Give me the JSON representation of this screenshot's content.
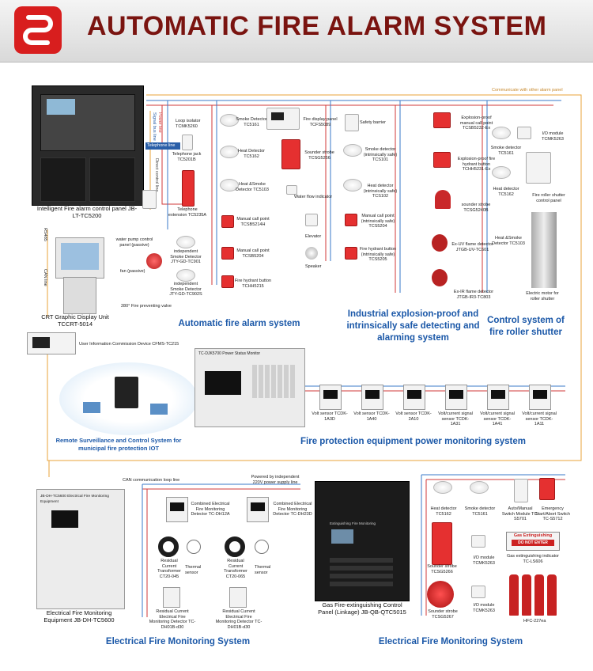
{
  "header": {
    "title": "AUTOMATIC FIRE ALARM SYSTEM"
  },
  "colors": {
    "accent_red": "#d81e1e",
    "title": "#7a1410",
    "section_blue": "#1b58a8",
    "line_orange": "#e8a33a",
    "line_blue": "#3a78c8",
    "line_red": "#d23a3a"
  },
  "links": {
    "communicate": "Communicate with other alarm panel",
    "telephone_line": "Telephone line",
    "signal_line": "Signal bus line",
    "power_line": "Power line",
    "direct_line": "Direct control line",
    "rs485": "RS485",
    "can_line": "CAN line",
    "can_loop": "CAN communication loop line",
    "powered_by": "Powered by independent 220V power supply line"
  },
  "panels": {
    "main": "Intelligent Fire alarm control panel JB-LT-TC5200",
    "crt": "CRT Graphic Display Unit TCCRT-5014",
    "info": "User Information Commission Device CFMS-TC215",
    "power_monitor_screen": "TC-DJK5700 Power Status Monitor",
    "electrical_screen": "JB-DH-TC5600 Electrical Fire Monitoring Equipment",
    "electrical": "Electrical Fire Monitoring Equipment JB-DH-TC5600",
    "gas": "Gas Fire-extinguishing Control Panel (Linkage) JB-QB-QTC5015",
    "gas_screen": "Extinguishing Fire Monitoring"
  },
  "devices": {
    "loop_isolator": "Loop isolator TCMK5260",
    "telephone_jack": "Telephone jack TC5201B",
    "telephone_ext": "Telephone extension TC5235A",
    "smoke1": "Smoke Detector TC5161",
    "heat1": "Heat Detector TC5162",
    "heat_smoke": "Heat &Smoke Detector TC5103",
    "mcp1": "Manual call point TCSB5214H",
    "mcp2": "Manual call point TCSB5204",
    "hydrant1": "Fire hydrant button TCHH5215",
    "pump_panel": "water pump control panel (passive)",
    "fan": "fan (passive)",
    "ind_smoke1": "independent Smoke Detector JTY-GD-TC901",
    "ind_smoke2": "independent Smoke Detector JTY-GD-TC902S",
    "valve": "280° Fire preventing valve",
    "fire_display": "Fire display panel TCFS5089",
    "safety_barrier": "Safety barrier",
    "sounder1": "Sounder strobe TCSG5266",
    "smoke_is": "Smoke detector (intrinsically safe) TCS101",
    "heat_is": "Heat detector (intrinsically safe) TCS102",
    "water_flow": "Water flow indicator",
    "elevator": "Elevator",
    "speaker": "Speaker",
    "mcp_is": "Manual call point (intrinsically safe) TCS5204",
    "hydrant_is": "Fire hydrant button (intrinsically safe) TCS5205",
    "ex_mcp": "Explosion-proof manual call point TCSB5232-Ex",
    "ex_hydrant": "Explosion-proof fire hydrant button TCHH5231-Ex",
    "sounder_strobe": "sounder strobe TCSG5240B",
    "uv_flame": "Ex-UV flame detector JTGB-UV-TC601",
    "ir_flame": "Ex-IR flame detector JTGB-IR3-TC803",
    "io1": "I/O module TCMK5263",
    "smoke2": "Smoke detector TC5161",
    "heat2": "Heat detector TC5162",
    "heat_smoke2": "Heat &Smoke Detector TC5103",
    "shutter_panel": "Fire roller shutter control panel",
    "motor": "Electric motor for roller shutter",
    "vsensors": [
      {
        "label": "Volt sensor TCDK-1A3D"
      },
      {
        "label": "Volt sensor TCDK-1A40"
      },
      {
        "label": "Volt sensor TCDK-2A10"
      },
      {
        "label": "Volt/current signal sensor TCDK-1A31"
      },
      {
        "label": "Volt/current signal sensor TCDK-1A41"
      },
      {
        "label": "Volt/current signal sensor TCDK-1A11"
      }
    ],
    "combined1": "Combined Electrical Fire Monitoring Detector TC-DH12A",
    "combined2": "Combined Electrical Fire Monitoring Detector TC-DH23D",
    "rct1": "Residual Current Transformer CT20-045",
    "rct2": "Residual Current Transformer CT20-065",
    "thermal1": "Thermal sensor",
    "thermal2": "Thermal sensor",
    "rcd1": "Residual Current Electrical Fire Monitoring Detector TC-DH01B-d30",
    "rcd2": "Residual Current Electrical Fire Monitoring Detector TC-DH01B-d30",
    "heat3": "Heat detector TC5162",
    "smoke3": "Smoke detector TC5161",
    "auto_manual": "Auto/Manual Switch Module TC-S5701",
    "emergency": "Emergency Start/Abort Switch TC-S5712",
    "sounder_strobe2": "Sounder strobe TCSG5266",
    "io2": "I/O module TCMK5263",
    "gas_indicator_text": "Gas Extinguishing",
    "gas_indicator_sub": "DO NOT ENTER",
    "gas_indicator": "Gas extinguishing indicator TC-LS606",
    "sounder3": "Sounder strobe TCSG5267",
    "io3": "I/O module TCMK5263",
    "hfc": "HFC-227ea"
  },
  "sections": {
    "auto": "Automatic fire alarm system",
    "industrial": "Industrial explosion-proof and intrinsically safe detecting and alarming system",
    "roller": "Control system of fire roller shutter",
    "remote": "Remote Surveillance and Control System for municipal fire protection IOT",
    "power": "Fire protection equipment power monitoring system",
    "elec1": "Electrical Fire Monitoring System",
    "elec2": "Electrical Fire Monitoring System"
  }
}
